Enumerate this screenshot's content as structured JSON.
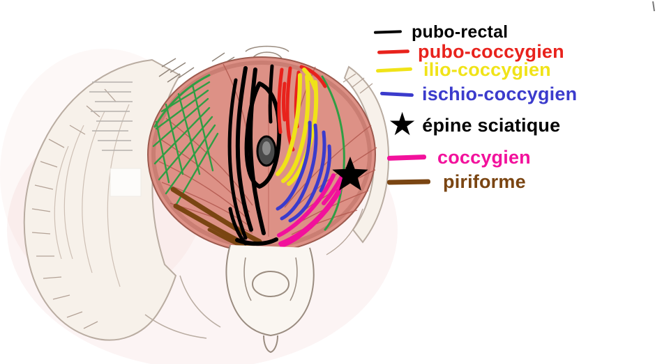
{
  "legend": {
    "items": [
      {
        "label": "pubo-rectal",
        "color": "#000000",
        "swatch": "line"
      },
      {
        "label": "pubo-coccygien",
        "color": "#e8221c",
        "swatch": "line"
      },
      {
        "label": "ilio-coccygien",
        "color": "#f0e318",
        "swatch": "line"
      },
      {
        "label": "ischio-coccygien",
        "color": "#3b3bcc",
        "swatch": "line"
      },
      {
        "label": "épine sciatique",
        "color": "#000000",
        "swatch": "star",
        "star_glyph": "★"
      },
      {
        "label": "coccygien",
        "color": "#f2119c",
        "swatch": "line"
      },
      {
        "label": "piriforme",
        "color": "#7a4512",
        "swatch": "line"
      }
    ]
  },
  "figure": {
    "muscle_fill_color": "#dd9186",
    "fiber_color": "#b2584e",
    "fascia_color": "#2f9e44",
    "bone_sketch_color": "#b9aca1"
  }
}
